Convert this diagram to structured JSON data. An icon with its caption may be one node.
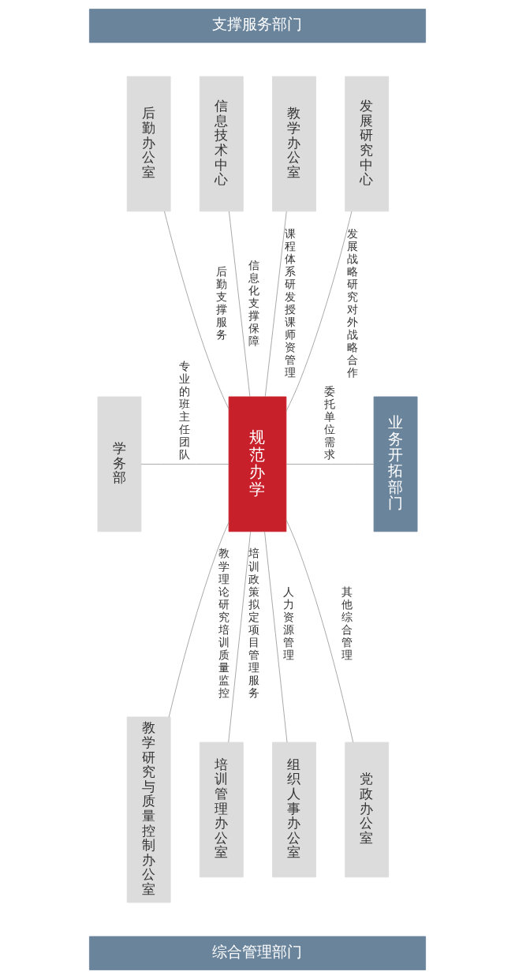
{
  "diagram": {
    "nodes": [
      {
        "text": [
          "支撑服务部门"
        ]
      },
      {
        "text": [
          "后勤办公室"
        ]
      },
      {
        "text": [
          "信息技术中心"
        ]
      },
      {
        "text": [
          "教学办公室"
        ]
      },
      {
        "text": [
          "发展研究中心"
        ]
      },
      {
        "text": [
          "学务部"
        ]
      },
      {
        "text": [
          "规范办学"
        ]
      },
      {
        "text": [
          "业务开拓部门"
        ]
      },
      {
        "text": [
          "教学研究与质量控制办公室"
        ]
      },
      {
        "text": [
          "培训管理办公室"
        ]
      },
      {
        "text": [
          "组织人事办公室"
        ]
      },
      {
        "text": [
          "党政办公室"
        ]
      },
      {
        "text": [
          "综合管理部门"
        ]
      }
    ],
    "edges": [
      {
        "from": 1,
        "to": 6,
        "arrow": "none",
        "label": "后勤支撑服务"
      },
      {
        "from": 2,
        "to": 6,
        "arrow": "none",
        "label": "信息化支撑保障"
      },
      {
        "from": 3,
        "to": 6,
        "arrow": "none",
        "label": "课程体系研发授课师资管理"
      },
      {
        "from": 4,
        "to": 6,
        "arrow": "none",
        "label": "发展战略研究对外战略合作"
      },
      {
        "from": 5,
        "to": 6,
        "arrow": "none",
        "label": "专业的班主任团队"
      },
      {
        "from": 6,
        "to": 7,
        "arrow": "none",
        "label": "委托单位需求"
      },
      {
        "from": 6,
        "to": 8,
        "arrow": "none",
        "label": "教学理论研究培训质量监控"
      },
      {
        "from": 6,
        "to": 9,
        "arrow": "none",
        "label": "培训政策拟定项目管理服务"
      },
      {
        "from": 6,
        "to": 10,
        "arrow": "none",
        "label": "人力资源管理"
      },
      {
        "from": 6,
        "to": 11,
        "arrow": "none",
        "label": "其他综合管理"
      }
    ]
  }
}
